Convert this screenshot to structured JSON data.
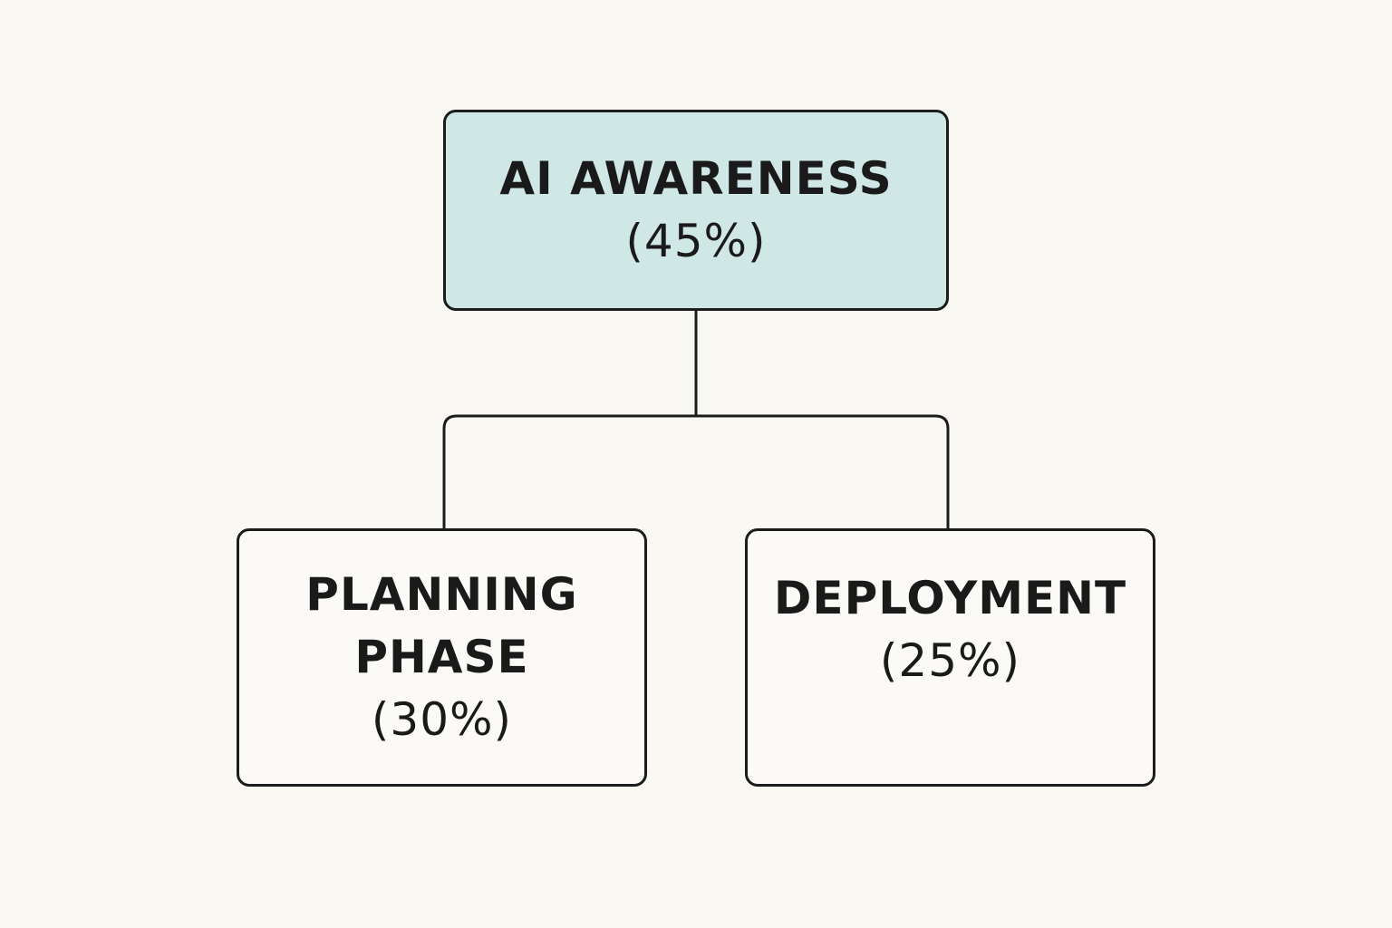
{
  "diagram": {
    "root": {
      "title": "AI AWARENESS",
      "percent": "(45%)",
      "fill_color": "#cfe8e5"
    },
    "children": [
      {
        "title_lines": [
          "PLANNING",
          "PHASE"
        ],
        "percent": "(30%)"
      },
      {
        "title_lines": [
          "DEPLOYMENT"
        ],
        "percent": "(25%)"
      }
    ],
    "colors": {
      "background": "#f9f8f3",
      "stroke": "#1c1c1c",
      "text": "#1a1a1a"
    }
  }
}
